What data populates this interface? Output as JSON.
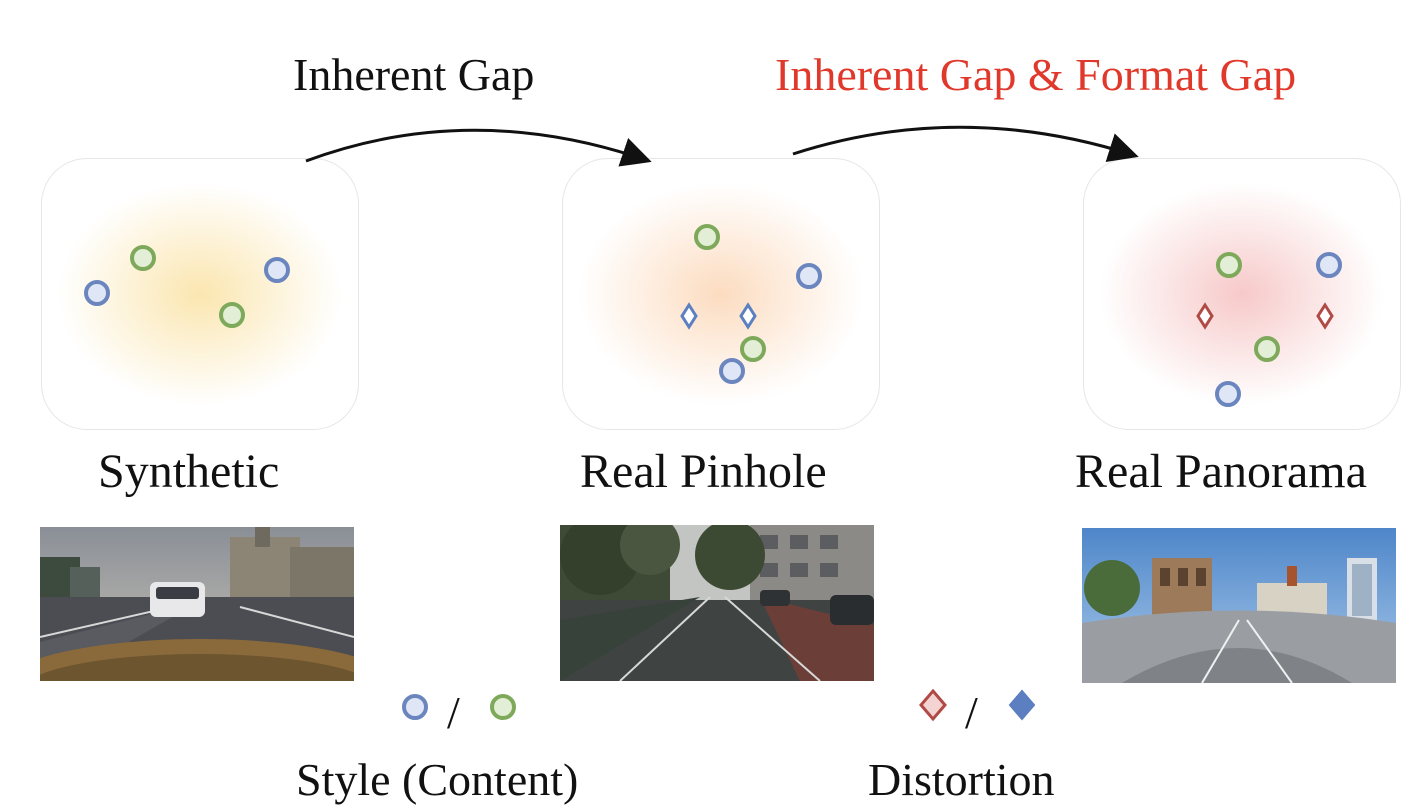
{
  "arrows": [
    {
      "label": "Inherent Gap",
      "color": "#111111"
    },
    {
      "label": "Inherent Gap & Format Gap",
      "color": "#e0392b"
    }
  ],
  "domains": [
    {
      "name": "Synthetic",
      "glow_color": "#fbe6b0"
    },
    {
      "name": "Real Pinhole",
      "glow_color": "#fcdcc0"
    },
    {
      "name": "Real Panorama",
      "glow_color": "#f7c9c9"
    }
  ],
  "legend": {
    "style_label": "Style (Content)",
    "distortion_label": "Distortion",
    "separator": "/"
  },
  "colors": {
    "style_blue": "#6b86bf",
    "style_blue_fill": "#dfe6f5",
    "content_green": "#7ea95a",
    "content_green_fill": "#e2eed6",
    "distortion_red": "#b04a45",
    "distortion_red_fill": "#f4d4d2",
    "distortion_blue": "#5b7fc0"
  }
}
